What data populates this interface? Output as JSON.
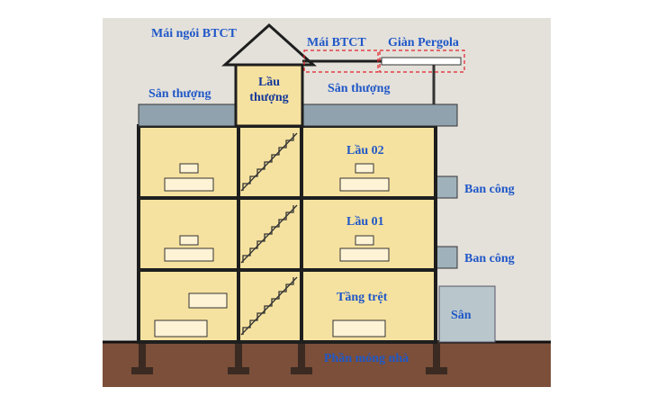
{
  "diagram": {
    "labels": {
      "roof_tile": "Mái ngói BTCT",
      "roof_slab": "Mái BTCT",
      "pergola": "Giàn Pergola",
      "terrace_left": "Sân thượng",
      "terrace_right": "Sân thượng",
      "attic_line1": "Lầu",
      "attic_line2": "thượng",
      "floor2": "Lầu 02",
      "floor1": "Lầu 01",
      "ground": "Tầng trệt",
      "balcony_upper": "Ban công",
      "balcony_lower": "Ban công",
      "yard": "Sân",
      "foundation": "Phần móng nhà"
    },
    "colors": {
      "background": "#ffffff",
      "panel": "#e4e1db",
      "room_fill": "#f6e2a0",
      "wall": "#1e1e1e",
      "ground": "#7b4f3a",
      "slab": "#8fa2ad",
      "balcony": "#9fb2bc",
      "yard": "#b9c7cc",
      "label": "#1f57c7",
      "highlight": "#e0202a"
    }
  }
}
